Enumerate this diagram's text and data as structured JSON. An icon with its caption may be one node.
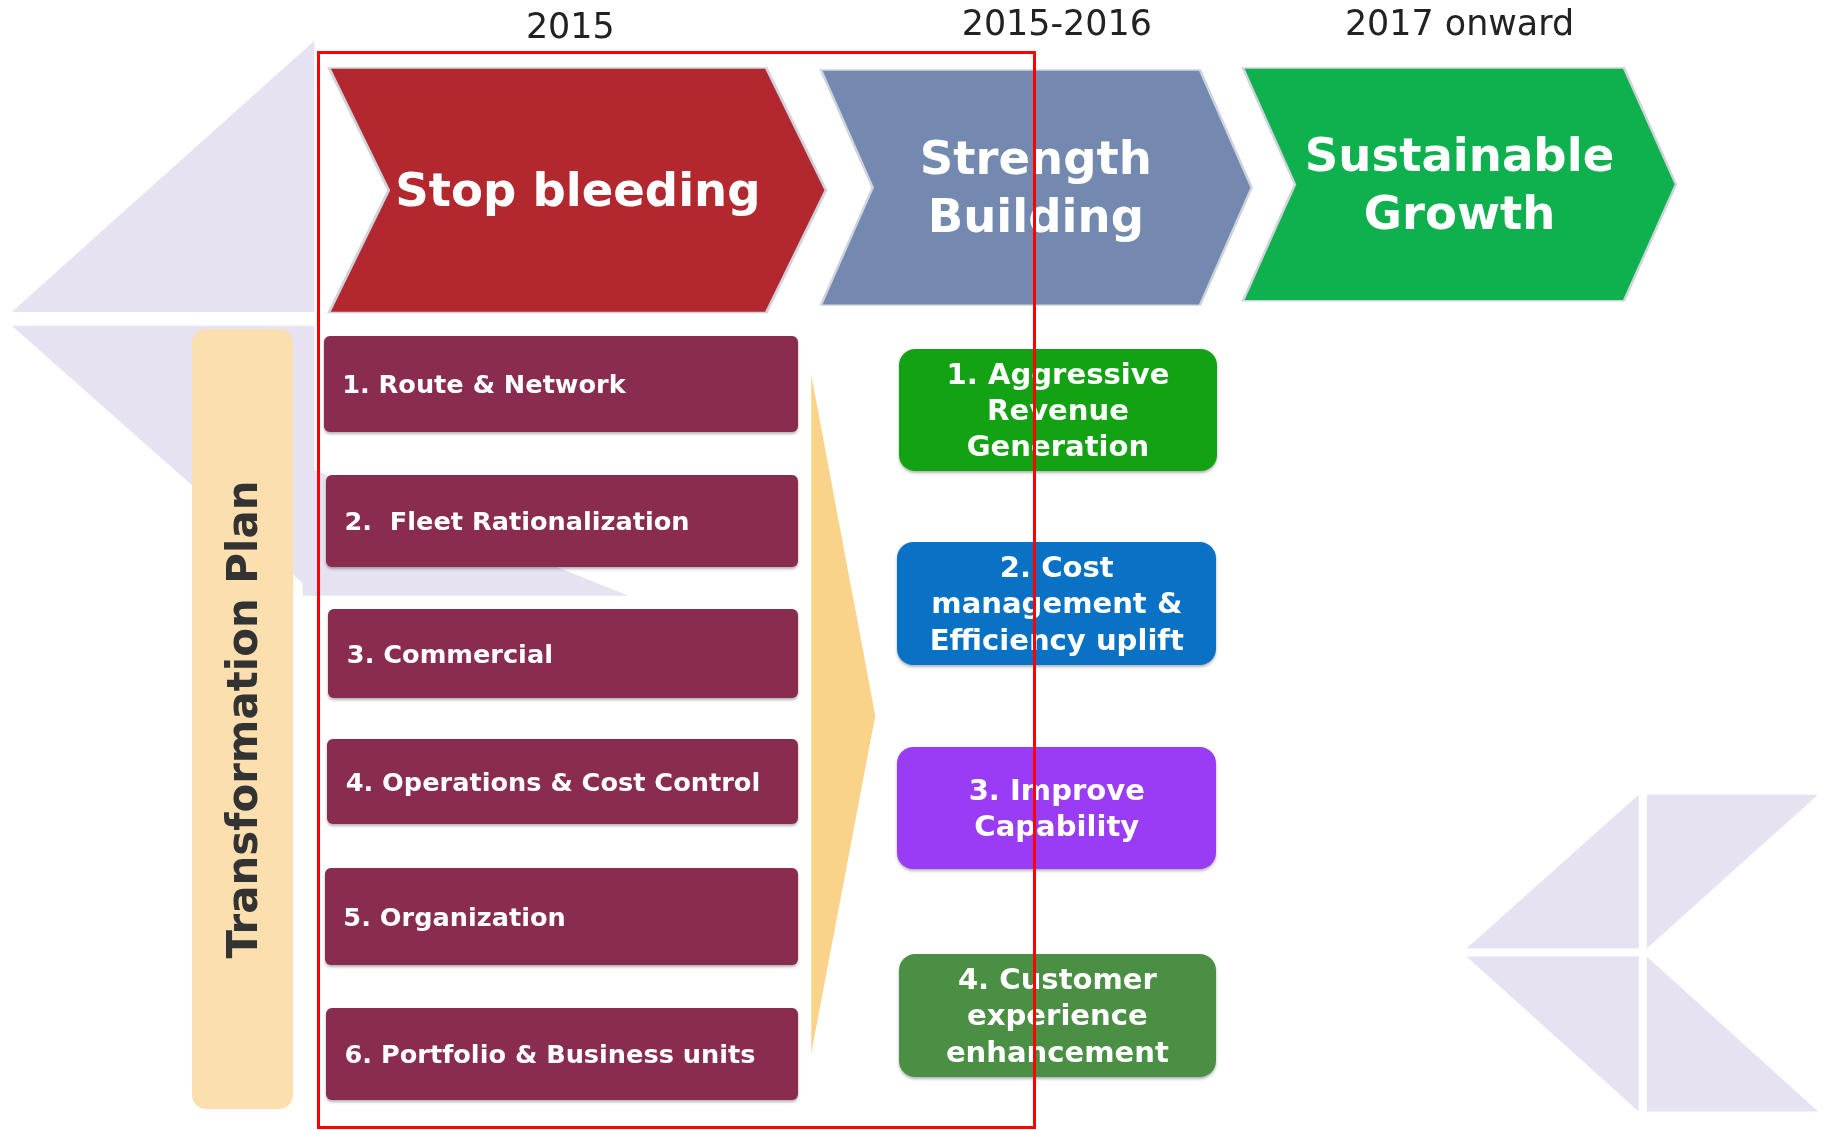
{
  "diagram": {
    "nodes": [
      {
        "text": [
          "Stop bleeding"
        ]
      },
      {
        "text": [
          "Strength Building"
        ]
      },
      {
        "text": [
          "Sustainable Growth"
        ]
      },
      {
        "text": [
          "Transformation Plan"
        ]
      },
      {
        "text": [
          "1. Route & Network"
        ]
      },
      {
        "text": [
          "2.  Fleet Rationalization"
        ]
      },
      {
        "text": [
          "3. Commercial"
        ]
      },
      {
        "text": [
          "4. Operations & Cost Control"
        ]
      },
      {
        "text": [
          "5. Organization"
        ]
      },
      {
        "text": [
          "6. Portfolio & Business units"
        ]
      },
      {
        "text": [
          "1. Aggressive Revenue Generation"
        ]
      },
      {
        "text": [
          "2. Cost management & Efficiency uplift"
        ]
      },
      {
        "text": [
          "3. Improve Capability"
        ]
      },
      {
        "text": [
          "4. Customer experience enhancement"
        ]
      }
    ],
    "labels": [
      "2015",
      "2015-2016",
      "2017 onward"
    ]
  }
}
